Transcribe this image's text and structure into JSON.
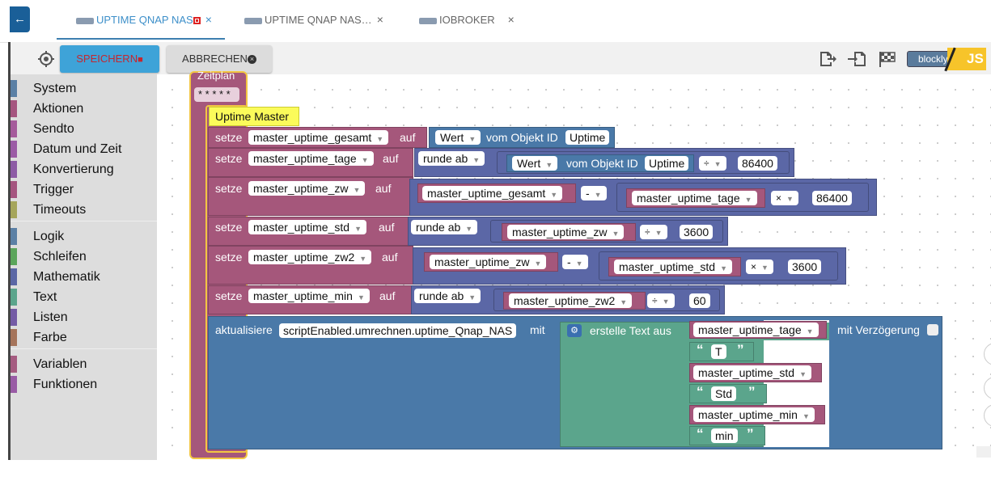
{
  "tabs": [
    {
      "label": "UPTIME QNAP NAS",
      "close": "×"
    },
    {
      "label": "UPTIME QNAP NAS…",
      "close": "×"
    },
    {
      "label": "IOBROKER",
      "close": "×"
    }
  ],
  "toolbar": {
    "save_label": "SPEICHERN",
    "cancel_label": "ABBRECHEN",
    "blockly_label": "blockly",
    "js_label": "JS"
  },
  "sidebar": {
    "items": [
      {
        "label": "System",
        "color": "#5b80a5"
      },
      {
        "label": "Aktionen",
        "color": "#a5557f"
      },
      {
        "label": "Sendto",
        "color": "#a55b9b"
      },
      {
        "label": "Datum und Zeit",
        "color": "#9b5ba5"
      },
      {
        "label": "Konvertierung",
        "color": "#8d5ba5"
      },
      {
        "label": "Trigger",
        "color": "#a5557f"
      },
      {
        "label": "Timeouts",
        "color": "#a5a55b"
      },
      {
        "label": "Logik",
        "color": "#5b80a5"
      },
      {
        "label": "Schleifen",
        "color": "#5ba55b"
      },
      {
        "label": "Mathematik",
        "color": "#5b67a5"
      },
      {
        "label": "Text",
        "color": "#5ba58c"
      },
      {
        "label": "Listen",
        "color": "#745ba5"
      },
      {
        "label": "Farbe",
        "color": "#a5745b"
      },
      {
        "label": "Variablen",
        "color": "#a55b80"
      },
      {
        "label": "Funktionen",
        "color": "#995ba5"
      }
    ]
  },
  "blocks": {
    "schedule_label": "Zeitplan",
    "schedule_value": "* * * * *",
    "comment": "Uptime Master",
    "set_kw": "setze",
    "to_kw": "auf",
    "value_kw": "Wert",
    "from_object_kw": "vom Objekt ID",
    "object_id": "Uptime",
    "round_down": "runde ab",
    "div_op": "÷",
    "minus_op": "-",
    "times_op": "×",
    "var_gesamt": "master_uptime_gesamt",
    "var_tage": "master_uptime_tage",
    "var_zw": "master_uptime_zw",
    "var_std": "master_uptime_std",
    "var_zw2": "master_uptime_zw2",
    "var_min": "master_uptime_min",
    "num_86400": "86400",
    "num_3600": "3600",
    "num_60": "60",
    "update_kw": "aktualisiere",
    "update_target": "scriptEnabled.umrechnen.uptime_Qnap_NAS",
    "with_kw": "mit",
    "create_text_kw": "erstelle Text aus",
    "text_T": "T",
    "text_Std": "Std",
    "text_min": "min",
    "delay_kw": "mit Verzögerung"
  }
}
